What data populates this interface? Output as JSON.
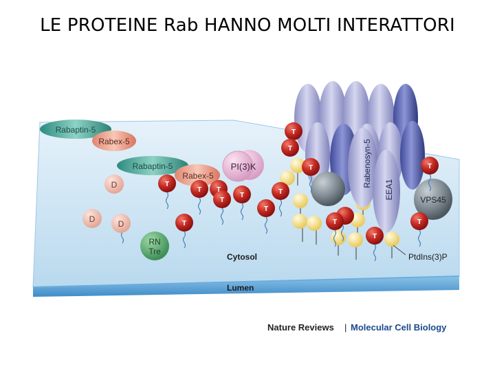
{
  "slide": {
    "title": "LE PROTEINE Rab HANNO MOLTI INTERATTORI"
  },
  "labels": {
    "rabaptin": "Rabaptin-5",
    "rabex": "Rabex-5",
    "pi3k": "PI(3)K",
    "gdp": "D",
    "gtp": "T",
    "rntre_line1": "RN",
    "rntre_line2": "Tre",
    "rabenosyn": "Rabenosyn-5",
    "eea1": "EEA1",
    "vps45": "VPS45",
    "cytosol": "Cytosol",
    "lumen": "Lumen",
    "ptdins": "PtdIns(3)P"
  },
  "credit": {
    "journal": "Nature Reviews",
    "separator": "|",
    "section": "Molecular Cell Biology"
  },
  "colors": {
    "membrane_top": "#cfe6f4",
    "membrane_edge": "#5a9fd3",
    "gtp_red": "#b81f1f",
    "gdp_pink": "#f2c4b8",
    "rabaptin_teal": "#3aa597",
    "rabex_salmon": "#e8907a",
    "pi3k_pink": "#e7b4d3",
    "rntre_green": "#52a56b",
    "lipid_yellow": "#f3dd84",
    "eea1_blue": "#7d86c4",
    "vps45_grey": "#7f8a92",
    "journal_blue": "#1a4a8e"
  }
}
